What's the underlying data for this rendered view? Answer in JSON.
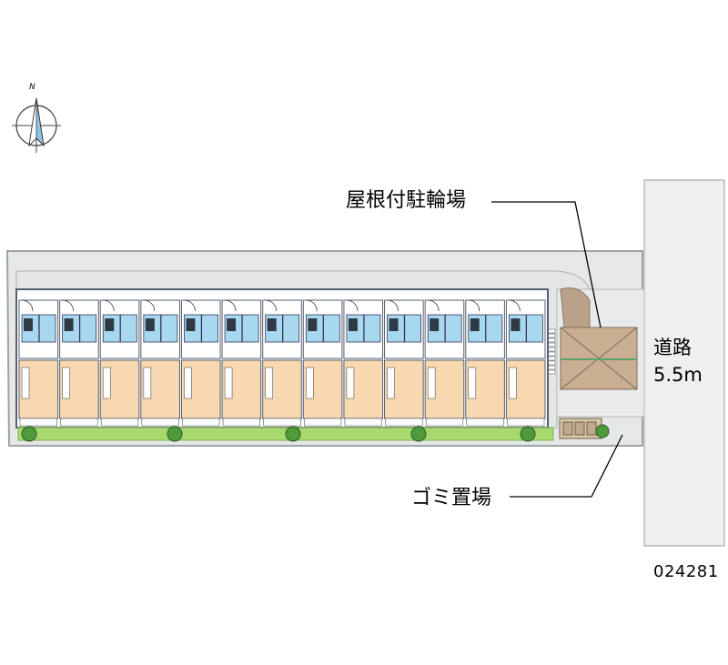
{
  "compass": {
    "north_letter": "N",
    "icon": "compass-rose-icon"
  },
  "road": {
    "name": "道路",
    "width": "5.5m"
  },
  "callouts": {
    "bicycle_parking": "屋根付駐輪場",
    "garbage": "ゴミ置場"
  },
  "property_code": "024281",
  "building": {
    "units": 13
  },
  "colors": {
    "road": "#efefef",
    "lot": "#e6e8e8",
    "lot_outline": "#9ca4a4",
    "unit_room": "#f7d8b0",
    "unit_bath": "#a8d8f0",
    "building_outline": "#556070",
    "hedge": "#a8d870",
    "tree": "#4f9a3a",
    "bike_roof": "#c9ae92",
    "bike_roof_line": "#5ca06a"
  }
}
